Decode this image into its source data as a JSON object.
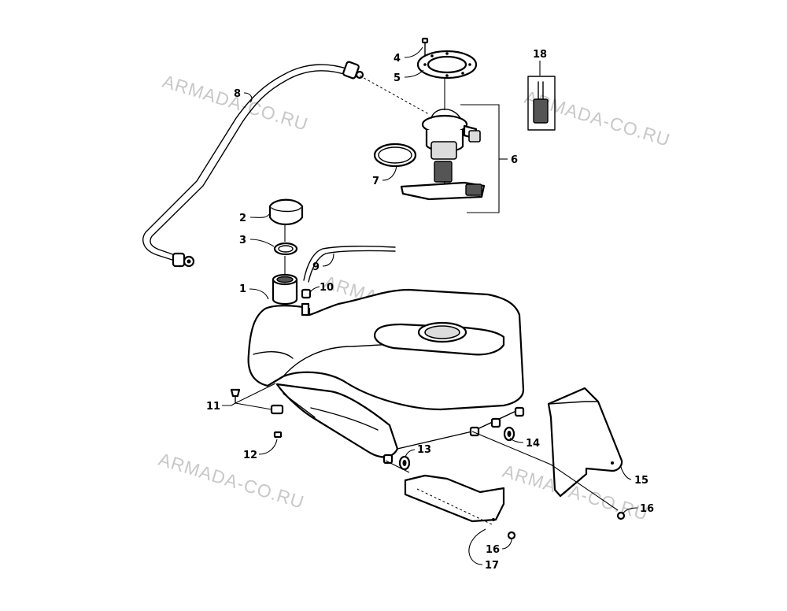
{
  "watermark": "ARMADA-CO.RU",
  "callouts": {
    "c1": "1",
    "c2": "2",
    "c3": "3",
    "c4": "4",
    "c5": "5",
    "c6": "6",
    "c7": "7",
    "c8": "8",
    "c9": "9",
    "c10": "10",
    "c11": "11",
    "c12": "12",
    "c13": "13",
    "c14": "14",
    "c15": "15",
    "c16a": "16",
    "c16b": "16",
    "c17": "17",
    "c18": "18"
  },
  "colors": {
    "line": "#000000",
    "fill": "#ffffff",
    "shade": "#dcdcdc",
    "watermark": "#c8c8c8"
  }
}
